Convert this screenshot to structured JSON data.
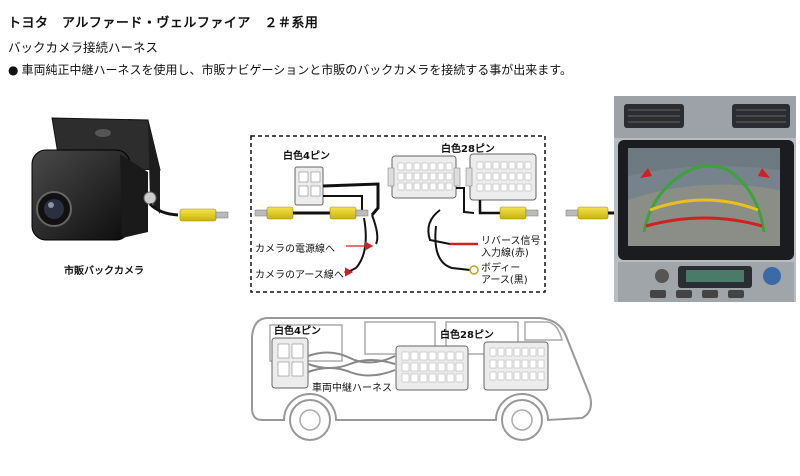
{
  "header": {
    "title": "トヨタ　アルファード・ヴェルファイア　２＃系用",
    "subtitle": "バックカメラ接続ハーネス",
    "bullet": "●",
    "description": "車両純正中継ハーネスを使用し、市販ナビゲーションと市販のバックカメラを接続する事が出来ます。"
  },
  "camera": {
    "label": "市販バックカメラ"
  },
  "harness": {
    "connector_4pin_label": "白色4ピン",
    "connector_28pin_label": "白色28ピン",
    "camera_power_label": "カメラの電源線へ",
    "camera_ground_label": "カメラのアース線へ",
    "reverse_signal_label": "リバース信号\n入力線(赤)",
    "body_ground_label": "ボディー\nアース(黒)"
  },
  "vehicle": {
    "connector_4pin_label": "白色4ピン",
    "connector_28pin_label": "白色28ピン",
    "relay_harness_label": "車両中継ハーネス"
  },
  "colors": {
    "rca_yellow": "#e6d21f",
    "wire_black": "#111111",
    "wire_red": "#d11818",
    "connector_fill": "#ececec",
    "guide_green": "#3aa33a",
    "guide_yellow": "#e8c21a",
    "guide_red": "#d12020",
    "arrow_red": "#d12020"
  }
}
